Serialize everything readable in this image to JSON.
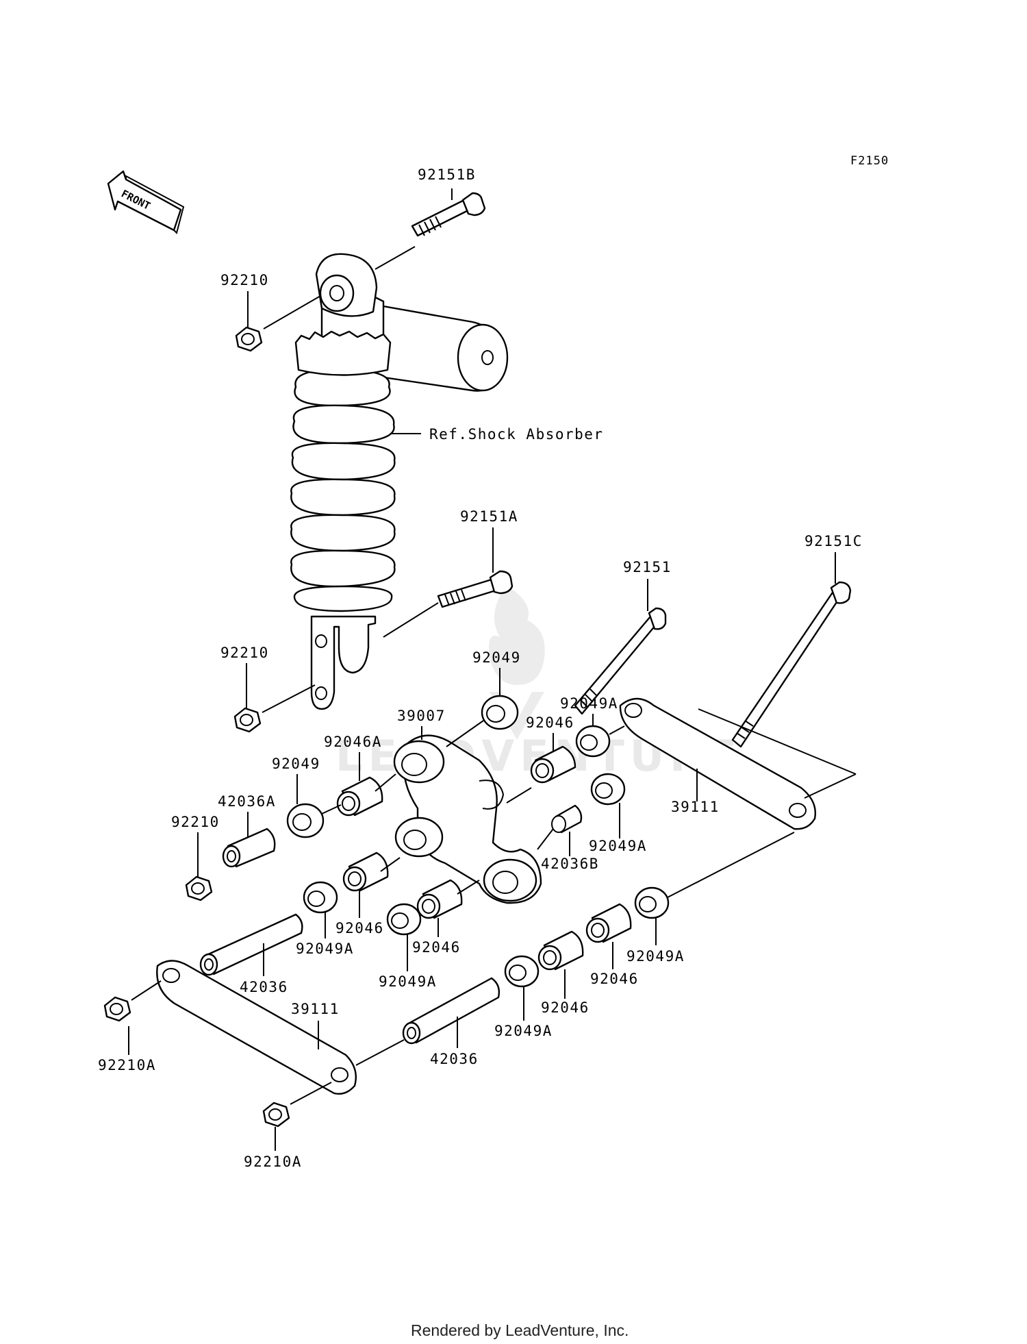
{
  "figure_id": "F2150",
  "front_label": "FRONT",
  "ref_label": "Ref.Shock Absorber",
  "watermark": "LEADVENTURE",
  "footer": "Rendered by LeadVenture, Inc.",
  "parts": {
    "p92151B": "92151B",
    "p92210_top": "92210",
    "p92210_mid": "92210",
    "p92210_left": "92210",
    "p92151A": "92151A",
    "p92151": "92151",
    "p92151C": "92151C",
    "p92049_top": "92049",
    "p39007": "39007",
    "p92049A_a": "92049A",
    "p92046_a": "92046",
    "p92046A": "92046A",
    "p92049_left": "92049",
    "p42036A": "42036A",
    "p39111_right": "39111",
    "p92049A_b": "92049A",
    "p42036B": "42036B",
    "p92046_b": "92046",
    "p92049A_c": "92049A",
    "p92046_c": "92046",
    "p92049A_d": "92049A",
    "p42036_a": "42036",
    "p92049A_e": "92049A",
    "p92046_d": "92046",
    "p92046_e": "92046",
    "p92049A_f": "92049A",
    "p39111_left": "39111",
    "p42036_b": "42036",
    "p92210A_a": "92210A",
    "p92210A_b": "92210A"
  }
}
